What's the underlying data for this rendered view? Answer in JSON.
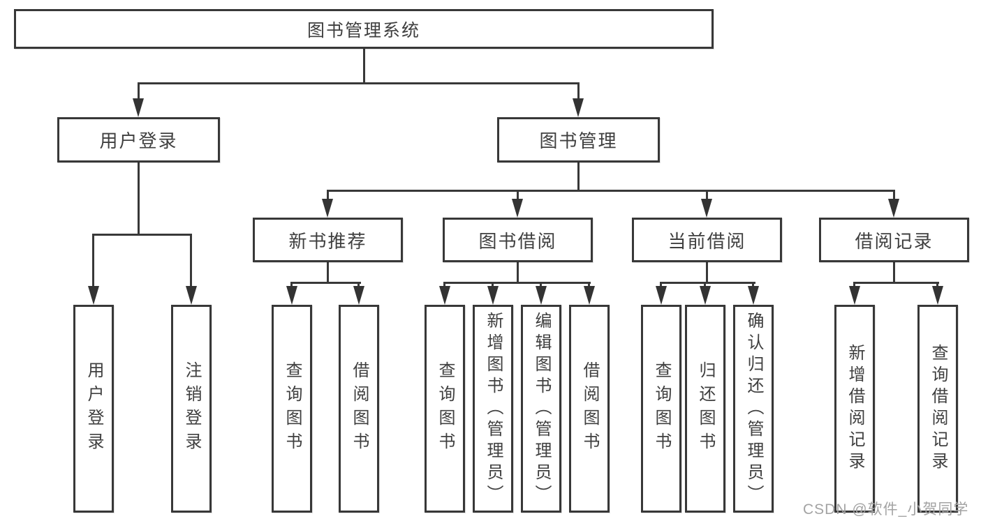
{
  "diagram_title": "图书管理系统",
  "tree": {
    "root": {
      "label": "图书管理系统"
    },
    "branches": [
      {
        "label": "用户登录",
        "children": [
          {
            "label": "用户登录"
          },
          {
            "label": "注销登录"
          }
        ]
      },
      {
        "label": "图书管理",
        "children": [
          {
            "label": "新书推荐",
            "children": [
              {
                "label": "查询图书"
              },
              {
                "label": "借阅图书"
              }
            ]
          },
          {
            "label": "图书借阅",
            "children": [
              {
                "label": "查询图书"
              },
              {
                "label": "新增图书（管理员）"
              },
              {
                "label": "编辑图书（管理员）"
              },
              {
                "label": "借阅图书"
              }
            ]
          },
          {
            "label": "当前借阅",
            "children": [
              {
                "label": "查询图书"
              },
              {
                "label": "归还图书"
              },
              {
                "label": "确认归还（管理员）"
              }
            ]
          },
          {
            "label": "借阅记录",
            "children": [
              {
                "label": "新增借阅记录"
              },
              {
                "label": "查询借阅记录"
              }
            ]
          }
        ]
      }
    ]
  },
  "watermark": {
    "text": "CSDN @软件_小贺同学"
  },
  "colors": {
    "line": "#383838",
    "text": "#3f3f3f",
    "box_background": "#ffffff",
    "watermark": "#a3a3a3",
    "page_background": "#ffffff"
  }
}
